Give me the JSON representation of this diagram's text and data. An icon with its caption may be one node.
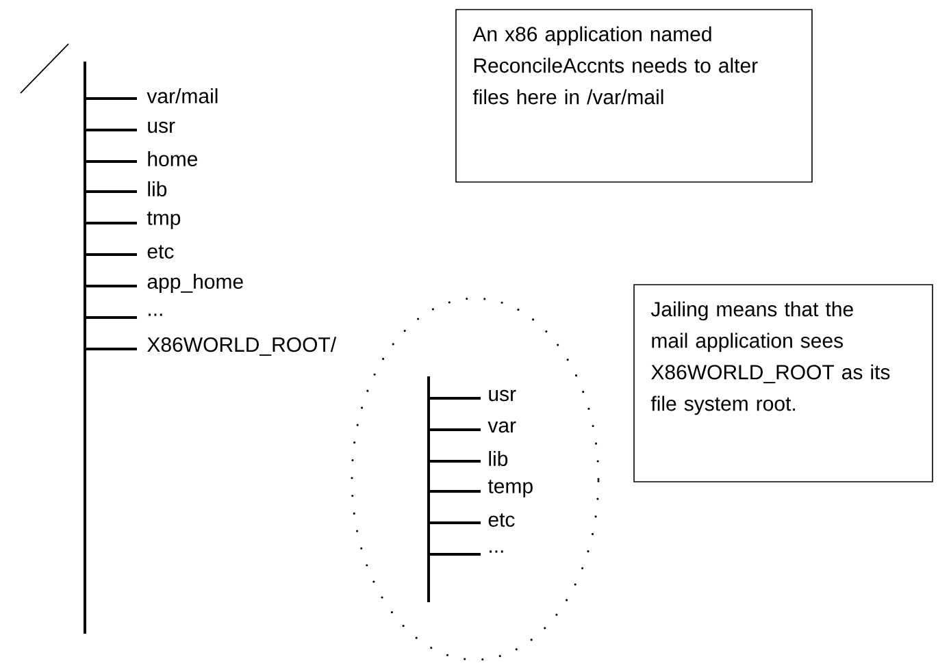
{
  "diagram": {
    "nodes": [
      {
        "text": [
          "An x86 application named ReconcileAccnts needs to alter files here in /var/mail"
        ]
      },
      {
        "text": [
          "Jailing means that the mail application sees X86WORLD_ROOT as its file system root."
        ]
      }
    ],
    "edges": [],
    "labels": [
      "var/mail",
      "usr",
      "home",
      "lib",
      "tmp",
      "etc",
      "app_home",
      "...",
      "X86WORLD_ROOT/",
      "usr",
      "var",
      "lib",
      "temp",
      "etc",
      "..."
    ]
  }
}
